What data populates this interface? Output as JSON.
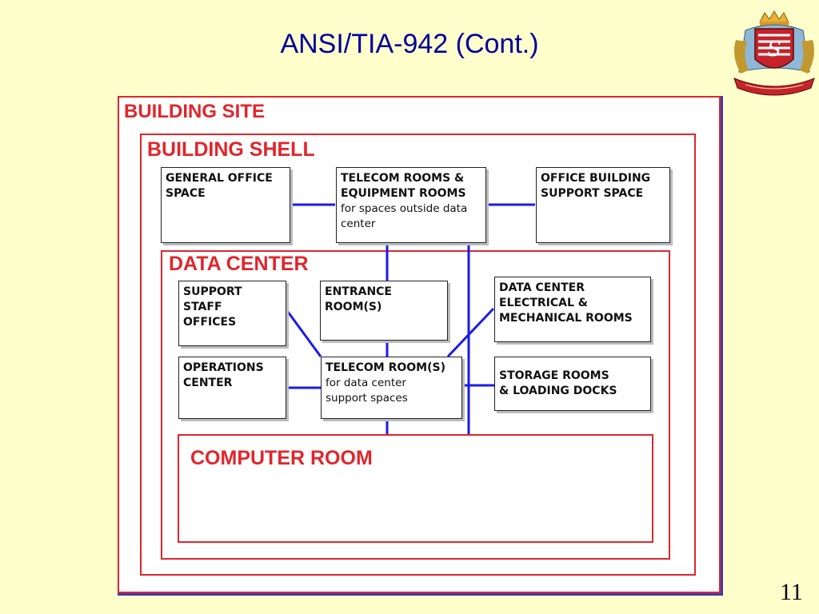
{
  "slide": {
    "title": "ANSI/TIA-942 (Cont.)",
    "page_number": "11"
  },
  "colors": {
    "background": "#ffffcc",
    "title": "#000099",
    "region_border": "#e0262c",
    "link_line": "#1a1aee"
  },
  "logo": {
    "icon": "royal-crest-icon"
  },
  "diagram": {
    "building_site": "BUILDING SITE",
    "building_shell": "BUILDING SHELL",
    "data_center": "DATA CENTER",
    "computer_room": "COMPUTER ROOM",
    "general_office": {
      "title": "GENERAL OFFICE\nSPACE"
    },
    "telecom_rooms": {
      "title": "TELECOM ROOMS &\nEQUIPMENT ROOMS",
      "sub": "for spaces outside data\ncenter"
    },
    "office_building_support": {
      "title": "OFFICE BUILDING\nSUPPORT SPACE"
    },
    "support_staff": {
      "title": "SUPPORT\nSTAFF\nOFFICES"
    },
    "entrance_room": {
      "title": "ENTRANCE\nROOM(S)"
    },
    "dc_electrical": {
      "title": "DATA CENTER\nELECTRICAL &\nMECHANICAL ROOMS"
    },
    "operations_center": {
      "title": "OPERATIONS\nCENTER"
    },
    "telecom_room_dc": {
      "title": "TELECOM ROOM(S)",
      "sub": "for data center\nsupport spaces"
    },
    "storage_rooms": {
      "title": "STORAGE ROOMS\n& LOADING DOCKS"
    }
  }
}
